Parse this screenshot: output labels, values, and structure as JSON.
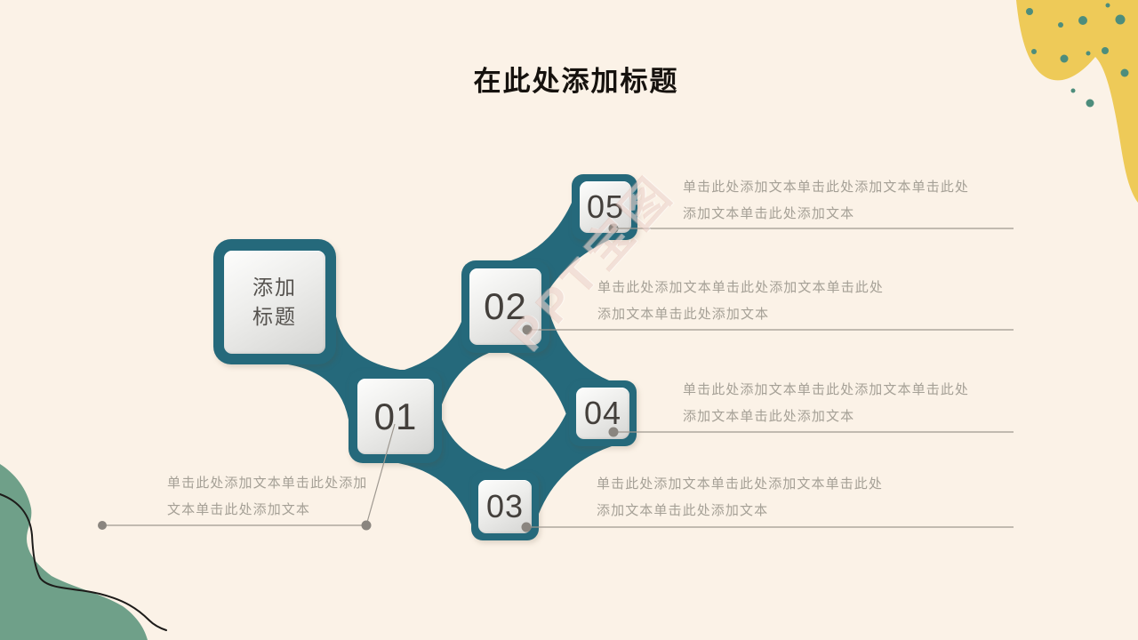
{
  "slide": {
    "title": "在此处添加标题"
  },
  "watermark": {
    "text": "PPT宝图"
  },
  "center_box": {
    "line1": "添加",
    "line2": "标题"
  },
  "nodes": [
    {
      "number": "01"
    },
    {
      "number": "02"
    },
    {
      "number": "03"
    },
    {
      "number": "04"
    },
    {
      "number": "05"
    }
  ],
  "text_blocks": [
    {
      "id": "05",
      "line1": "单击此处添加文本单击此处添加文本单击此处",
      "line2": "添加文本单击此处添加文本"
    },
    {
      "id": "02",
      "line1": "单击此处添加文本单击此处添加文本单击此处",
      "line2": "添加文本单击此处添加文本"
    },
    {
      "id": "04",
      "line1": "单击此处添加文本单击此处添加文本单击此处",
      "line2": "添加文本单击此处添加文本"
    },
    {
      "id": "03",
      "line1": "单击此处添加文本单击此处添加文本单击此处",
      "line2": "添加文本单击此处添加文本"
    },
    {
      "id": "bottom-left",
      "line1": "单击此处添加文本单击此处添加",
      "line2": "文本单击此处添加文本"
    }
  ],
  "colors": {
    "background": "#fbf2e7",
    "teal": "#25697b",
    "yellow_blob": "#eeca58",
    "green_blob": "#6fa089",
    "confetti_dot": "#4d8d7c",
    "muted_text": "#a5a096",
    "leader_line": "#9e9890",
    "leader_dot": "#8a857f",
    "number_text": "#433f3b",
    "title_text": "#16120e"
  }
}
